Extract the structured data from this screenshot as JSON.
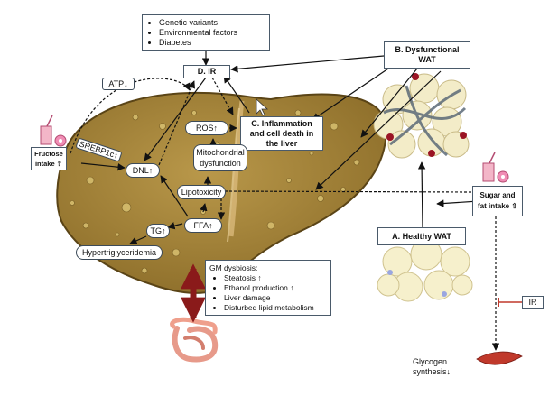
{
  "factors": [
    "Genetic variants",
    "Environmental factors",
    "Diabetes"
  ],
  "nodes": {
    "ir": "D. IR",
    "dysfunctional_wat_line1": "B. Dysfunctional",
    "dysfunctional_wat_line2": "WAT",
    "inflammation_line1": "C. Inflammation",
    "inflammation_line2": "and cell death in",
    "inflammation_line3": "the liver",
    "healthy_wat": "A. Healthy WAT",
    "ros": "ROS↑",
    "mito_line1": "Mitochondrial",
    "mito_line2": "dysfunction",
    "lipotoxicity": "Lipotoxicity",
    "dnl": "DNL↑",
    "ffa": "FFA↑",
    "tg": "TG↑",
    "hypertriglyceridemia": "Hypertriglyceridemia",
    "srebp": "SREBP1c↑",
    "atp": "ATP↓",
    "fructose_line1": "Fructose",
    "fructose_line2": "intake ⇧",
    "sugar_line1": "Sugar and",
    "sugar_line2": "fat intake ⇧",
    "ir_small": "IR",
    "glycogen_line1": "Glycogen",
    "glycogen_line2": "synthesis↓"
  },
  "gm_dysbiosis": {
    "title": "GM dysbiosis:",
    "items": [
      "Steatosis ↑",
      "Ethanol production ↑",
      "Liver damage",
      "Disturbed lipid metabolism"
    ]
  },
  "colors": {
    "liver": "#a8873c",
    "liver_dark": "#6e5620",
    "wat_fill": "#f4ecc6",
    "dark_red_arrow": "#8a1a1a",
    "inhibit_red": "#c0392b"
  }
}
